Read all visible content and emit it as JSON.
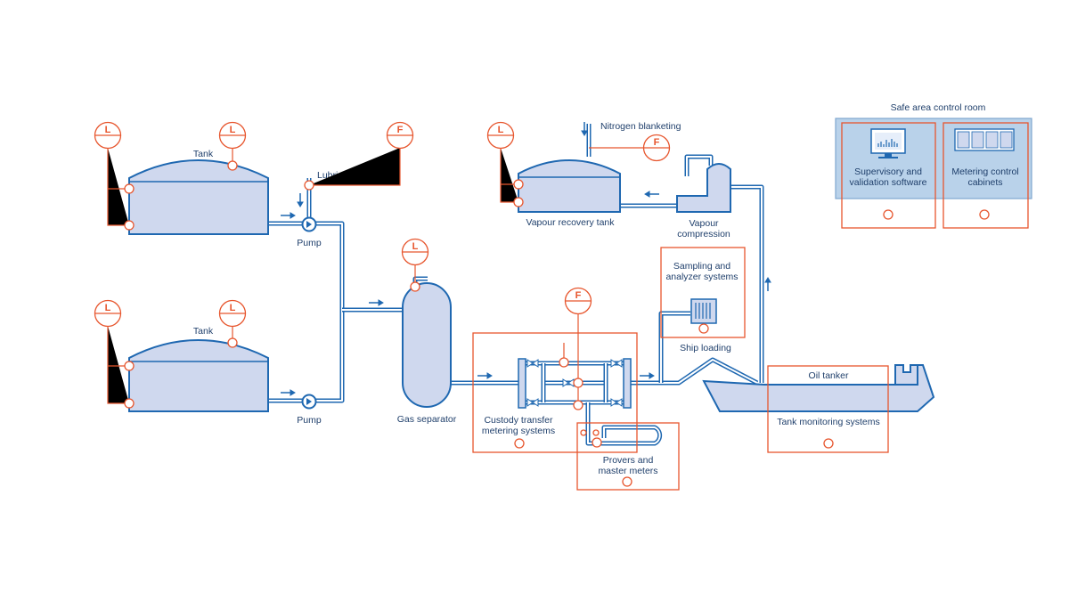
{
  "labels": {
    "tank_1": "Tank",
    "tank_2": "Tank",
    "pump_1": "Pump",
    "pump_2": "Pump",
    "lubrication_oil": "Lubrication oil",
    "gas_separator": "Gas separator",
    "nitrogen_blanketing": "Nitrogen blanketing",
    "vapour_recovery_tank": "Vapour recovery tank",
    "vapour_compression_1": "Vapour",
    "vapour_compression_2": "compression",
    "sampling_1": "Sampling and",
    "sampling_2": "analyzer systems",
    "ship_loading": "Ship loading",
    "custody_1": "Custody transfer",
    "custody_2": "metering systems",
    "provers_1": "Provers and",
    "provers_2": "master meters",
    "oil_tanker": "Oil tanker",
    "tank_monitoring": "Tank monitoring systems",
    "control_room": "Safe area control room",
    "supervisory_1": "Supervisory and",
    "supervisory_2": "validation software",
    "cabinets_1": "Metering control",
    "cabinets_2": "cabinets"
  },
  "instruments": {
    "level": "L",
    "flow": "F"
  },
  "colors": {
    "pipe": "#1f68b1",
    "vessel_fill": "#cfd8ee",
    "instrument": "#e7562e",
    "control_room_fill": "#b9d2ea",
    "text": "#1f3f6b"
  }
}
